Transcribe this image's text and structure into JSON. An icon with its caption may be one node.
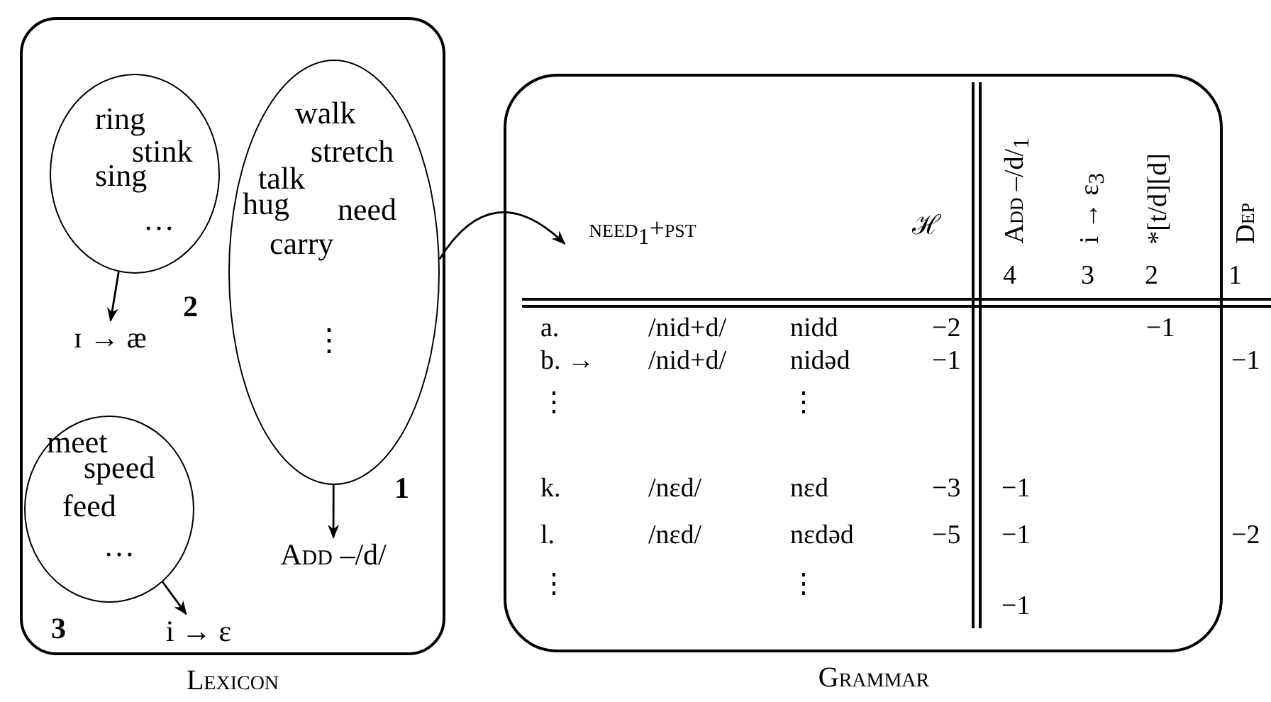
{
  "diagram": {
    "nodes": [
      {
        "text": [
          "Lexicon"
        ]
      },
      {
        "text": [
          "ring",
          "stink",
          "sing",
          "…"
        ],
        "in": 0,
        "beside": [
          "2"
        ]
      },
      {
        "text": [
          "ɪ → æ"
        ],
        "in": 0
      },
      {
        "text": [
          "walk",
          "stretch",
          "talk",
          "hug",
          "need",
          "carry",
          "⋮"
        ],
        "in": 0,
        "beside": [
          "1"
        ]
      },
      {
        "text": [
          "Add –/d/"
        ],
        "in": 0
      },
      {
        "text": [
          "meet",
          "speed",
          "feed",
          "…"
        ],
        "in": 0,
        "beside": [
          "3"
        ]
      },
      {
        "text": [
          "i → ɛ"
        ],
        "in": 0
      },
      {
        "text": [
          "Grammar"
        ]
      },
      {
        "text": [
          "need$_{1}$+pst"
        ],
        "in": 7
      }
    ],
    "edges": [
      {
        "from": 1,
        "to": 2,
        "arrow": "to"
      },
      {
        "from": 3,
        "to": 4,
        "arrow": "to"
      },
      {
        "from": 5,
        "to": 6,
        "arrow": "to"
      },
      {
        "from": 3,
        "to": 8,
        "arrow": "to"
      }
    ],
    "labels": [
      "ℋ",
      "Add –/d/$_{1}$",
      "i → ɛ$_{3}$",
      "*[t/d][d]",
      "Dep",
      "4",
      "3",
      "2",
      "1",
      "a.",
      "/nid+d/",
      "nidd",
      "−2",
      "−1",
      "b. →",
      "/nid+d/",
      "nidəd",
      "−1",
      "−1",
      "⋮",
      "⋮",
      "k.",
      "/nɛd/",
      "nɛd",
      "−3",
      "−1",
      "l.",
      "/nɛd/",
      "nɛdəd",
      "−5",
      "−1",
      "−2",
      "⋮",
      "⋮",
      "−1"
    ]
  }
}
